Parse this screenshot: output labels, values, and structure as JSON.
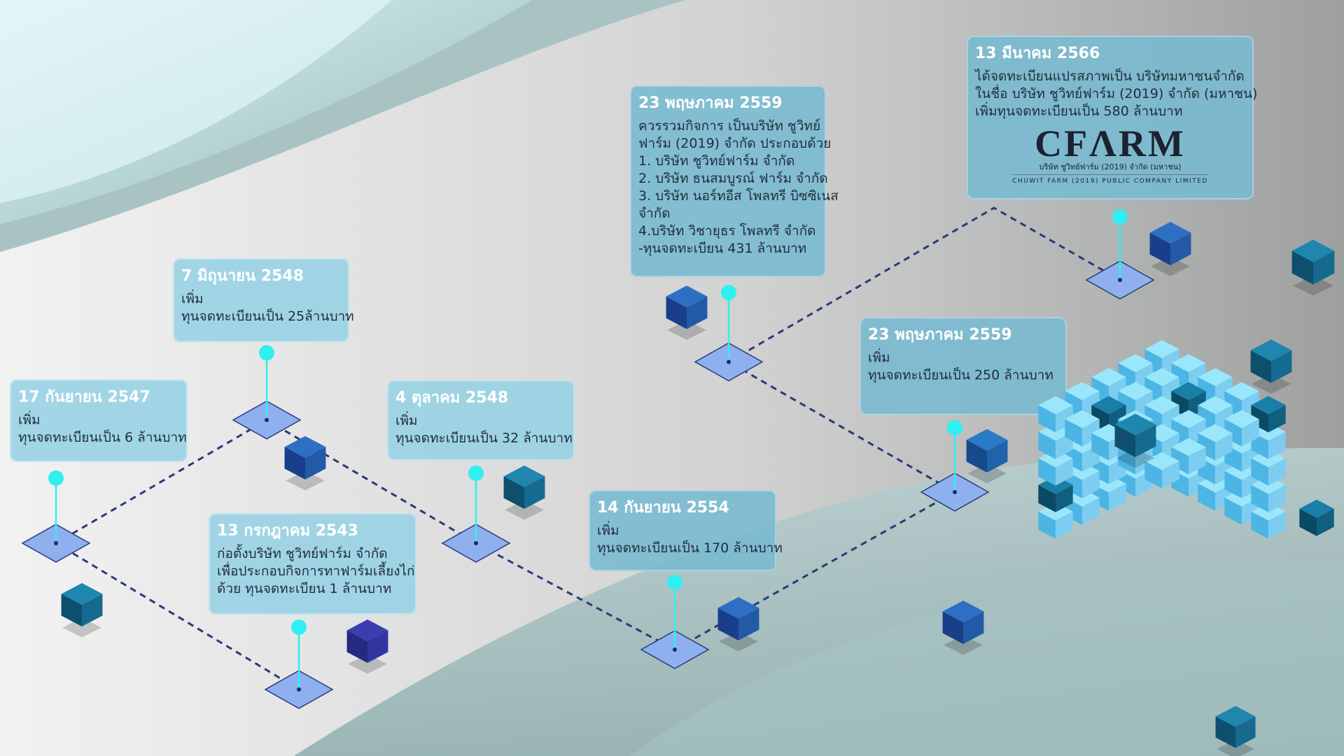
{
  "milestones": [
    {
      "date": "17 กันยายน 2547",
      "lines": [
        "เพิ่ม",
        "ทุนจดทะเบียนเป็น 6 ล้านบาท"
      ]
    },
    {
      "date": "7 มิถุนายน 2548",
      "lines": [
        "เพิ่ม",
        "ทุนจดทะเบียนเป็น 25ล้านบาท"
      ]
    },
    {
      "date": "13 กรกฎาคม 2543",
      "lines": [
        "ก่อตั้งบริษัท ชูวิทย์ฟาร์ม จำกัด",
        "เพื่อประกอบกิจการทาฟาร์มเลี้ยงไก่",
        "ด้วย ทุนจดทะเบียน 1 ล้านบาท"
      ]
    },
    {
      "date": "4 ตุลาคม 2548",
      "lines": [
        "เพิ่ม",
        "ทุนจดทะเบียนเป็น 32 ล้านบาท"
      ]
    },
    {
      "date": "14 กันยายน 2554",
      "lines": [
        "เพิ่ม",
        "ทุนจดทะเบียนเป็น 170 ล้านบาท"
      ]
    },
    {
      "date": "23 พฤษภาคม 2559",
      "lines": [
        "ควรรวมกิจการ เป็นบริษัท ชูวิทย์",
        "ฟาร์ม (2019) จำกัด ประกอบด้วย",
        "1. บริษัท ชูวิทย์ฟาร์ม จำกัด",
        "2. บริษัท ธนสมบูรณ์ ฟาร์ม จำกัด",
        "3. บริษัท นอร์ทอีส โพลทรี บิซซิเนส",
        "จำกัด",
        "4.บริษัท วิชายุธร โพลทรี จำกัด",
        "-ทุนจดทะเบียน 431 ล้านบาท"
      ]
    },
    {
      "date": "23 พฤษภาคม 2559",
      "lines": [
        "เพิ่ม",
        "ทุนจดทะเบียนเป็น 250 ล้านบาท"
      ]
    },
    {
      "date": "13 มีนาคม 2566",
      "lines": [
        "ได้จดทะเบียนแปรสภาพเป็น บริษัทมหาชนจำกัด",
        " ในชื่อ บริษัท ชูวิทย์ฟาร์ม (2019) จำกัด (มหาชน)",
        "เพิ่มทุนจดทะเบียนเป็น 580 ล้านบาท"
      ]
    }
  ],
  "logo": {
    "mark": "CFΛRM",
    "name_th": "บริษัท ชูวิทย์ฟาร์ม (2019) จำกัด (มหาชน)",
    "name_en": "CHUWIT FARM (2019) PUBLIC COMPANY LIMITED"
  },
  "colors": {
    "card": "#96d2e4",
    "date_text": "#ffffff",
    "path_line": "#2a3a7a",
    "pin": "#2ff0f0",
    "pad": "#8fb0ee",
    "cube_dark": "#1e4f96",
    "cube_light": "#49b9ea"
  }
}
